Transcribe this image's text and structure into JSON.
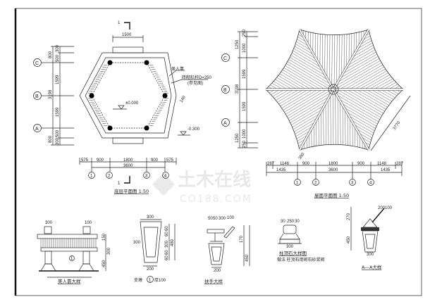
{
  "watermark": {
    "cn": "土木在线",
    "en": "CO188.COM"
  },
  "ground_plan": {
    "title": "底层平面图 1:50",
    "section_mark": "1",
    "top_dim": "1500",
    "left_dims_outer": [
      "800",
      "3198",
      "800"
    ],
    "left_dims_inner": [
      "300",
      "500",
      "1599",
      "1599",
      "500",
      "300"
    ],
    "axes_rows": [
      "C",
      "B",
      "A"
    ],
    "axes_cols": [
      "1",
      "2",
      "3",
      "4"
    ],
    "bottom_dims": [
      "575",
      "900",
      "1800",
      "900",
      "575"
    ],
    "bottom_total": "3600",
    "level_center": "±0.000",
    "level_outside": "-0.300",
    "note_1": "美人靠",
    "note_2": "砖砌栏杆D=250",
    "note_3": "(参见图)",
    "note_4": "140"
  },
  "roof_plan": {
    "title": "屋面平面图 1:50",
    "left_dims_outer": [
      "1250",
      "3198",
      "1250"
    ],
    "left_dims_inner": [
      "250",
      "1000",
      "1599",
      "1599",
      "1000",
      "250"
    ],
    "axes_rows": [
      "C",
      "B",
      "A"
    ],
    "axes_cols": [
      "1",
      "2",
      "3",
      "4"
    ],
    "bottom_dims": [
      "287",
      "1148",
      "900",
      "1800",
      "900",
      "1148",
      "287"
    ],
    "bottom_sub": [
      "1435",
      "3600",
      "1435"
    ],
    "diag_dim": "3770",
    "small_dim": "300"
  },
  "details": {
    "bench": {
      "title": "美人靠大样",
      "dims": [
        "300",
        "100",
        "150",
        "300",
        "450"
      ],
      "marker": "1"
    },
    "pier": {
      "title_prefix": "支墩",
      "marker": "1",
      "title_suffix": "厚100",
      "dims": [
        "300",
        "200",
        "300",
        "60",
        "60",
        "300",
        "60",
        "60",
        "480"
      ]
    },
    "handrail": {
      "title": "扶手大样",
      "dims": [
        "50",
        "50",
        "300",
        "100",
        "170",
        "450",
        "200"
      ]
    },
    "column_base": {
      "title": "柱顶石大样图",
      "note": "做法 柱顶石用砌石砂浆砌",
      "dims": [
        "30",
        "250",
        "30",
        "300"
      ]
    },
    "section_aa": {
      "title": "A—A大样",
      "dims": [
        "200",
        "100",
        "270",
        "450",
        "300"
      ]
    }
  }
}
